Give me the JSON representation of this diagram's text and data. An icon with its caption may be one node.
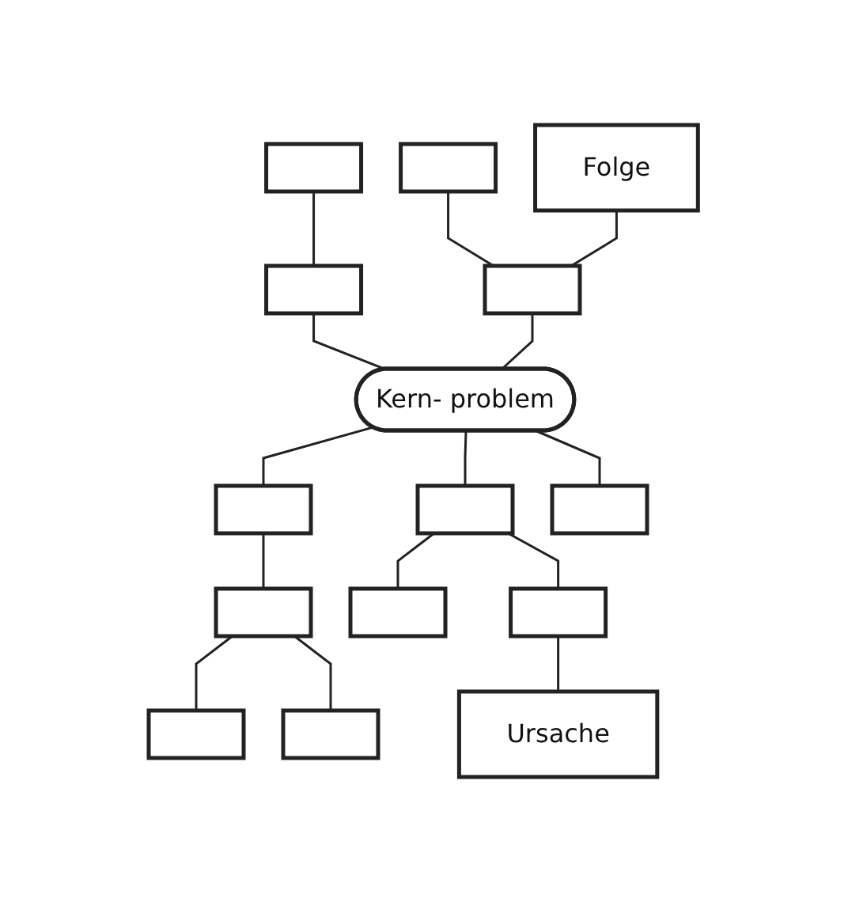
{
  "diagram": {
    "nodes": [
      {
        "text": [],
        "shape": "box"
      },
      {
        "text": [
          "Folge"
        ]
      },
      {
        "text": [],
        "shape": "box"
      },
      {
        "text": [],
        "shape": "box"
      },
      {
        "text": [],
        "shape": "box"
      },
      {
        "text": [
          "Kern- problem"
        ]
      },
      {
        "text": [],
        "shape": "box"
      },
      {
        "text": [],
        "shape": "box"
      },
      {
        "text": [],
        "shape": "box"
      },
      {
        "text": [],
        "shape": "box"
      },
      {
        "text": [],
        "shape": "box"
      },
      {
        "text": [],
        "shape": "box"
      },
      {
        "text": [],
        "shape": "box"
      },
      {
        "text": [],
        "shape": "box"
      },
      {
        "text": [
          "Ursache"
        ]
      }
    ],
    "edges": [
      {
        "from": 0,
        "to": 4,
        "arrow": "none"
      },
      {
        "from": 1,
        "to": 4,
        "arrow": "none"
      },
      {
        "from": 2,
        "to": 3,
        "arrow": "none"
      },
      {
        "from": 3,
        "to": 5,
        "arrow": "none"
      },
      {
        "from": 4,
        "to": 5,
        "arrow": "none"
      },
      {
        "from": 5,
        "to": 6,
        "arrow": "none"
      },
      {
        "from": 5,
        "to": 7,
        "arrow": "none"
      },
      {
        "from": 5,
        "to": 8,
        "arrow": "none"
      },
      {
        "from": 6,
        "to": 9,
        "arrow": "none"
      },
      {
        "from": 7,
        "to": 10,
        "arrow": "none"
      },
      {
        "from": 7,
        "to": 11,
        "arrow": "none"
      },
      {
        "from": 9,
        "to": 12,
        "arrow": "none"
      },
      {
        "from": 9,
        "to": 13,
        "arrow": "none"
      },
      {
        "from": 11,
        "to": 14,
        "arrow": "none"
      }
    ]
  }
}
